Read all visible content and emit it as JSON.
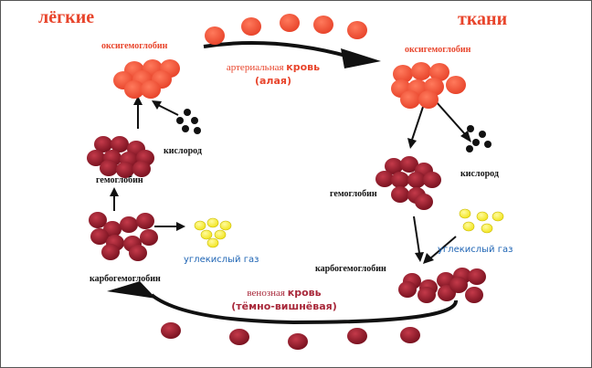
{
  "labels": {
    "lungs": "лёгкие",
    "tissues": "ткани",
    "oxyhemoglobin_left": "оксигемоглобин",
    "oxyhemoglobin_right": "оксигемоглобин",
    "oxygen_left": "кислород",
    "oxygen_right": "кислород",
    "hemoglobin_left": "гемоглобин",
    "hemoglobin_right": "гемоглобин",
    "co2_left": "углекислый газ",
    "co2_right": "углекислый газ",
    "carbohemoglobin_left": "карбогемоглобин",
    "carbohemoglobin_right": "карбогемоглобин",
    "arterial_word": "артериальная",
    "arterial_blood": "кровь",
    "arterial_color": "(алая)",
    "venous_word": "венозная",
    "venous_blood": "кровь",
    "venous_color": "(тёмно-вишнёвая)"
  },
  "colors": {
    "arterial": "#e8452c",
    "venous": "#8c1a28",
    "oxygen": "#111111",
    "co2": "#f2e51e",
    "heading": "#e8452c",
    "co2_label": "#1e64b4"
  }
}
